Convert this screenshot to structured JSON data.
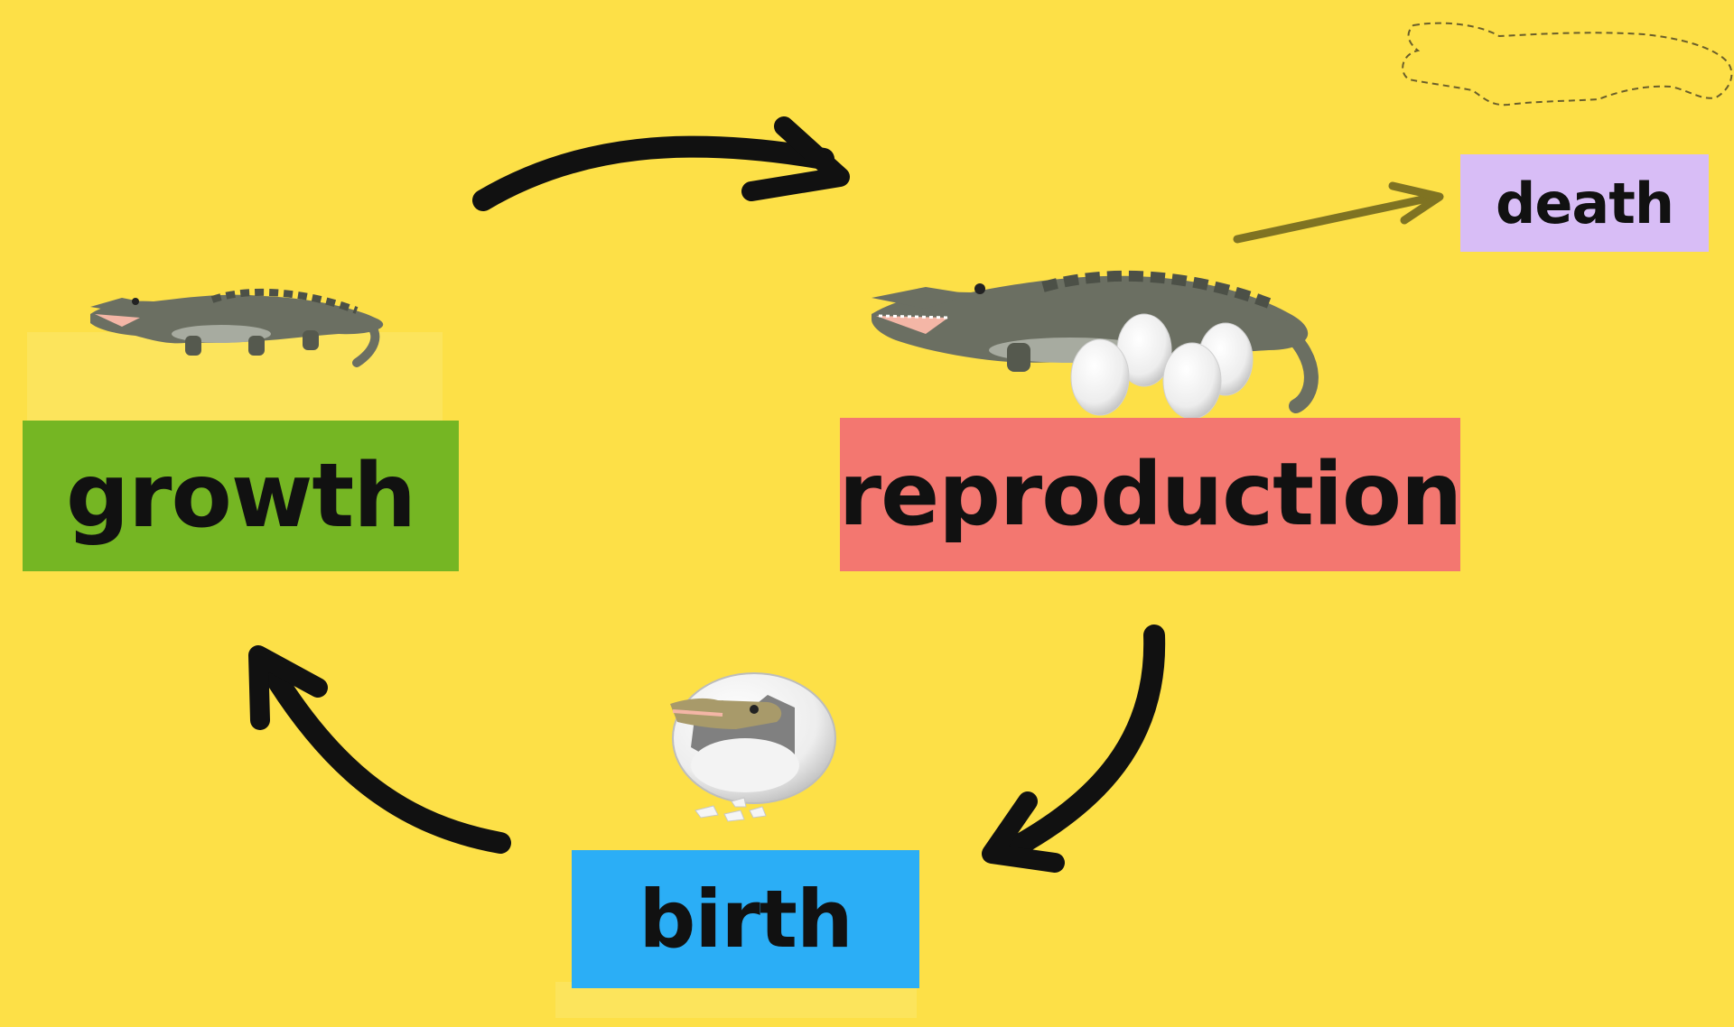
{
  "diagram": {
    "type": "life-cycle",
    "stages": {
      "growth": {
        "label": "growth",
        "color": "#75B623"
      },
      "reproduction": {
        "label": "reproduction",
        "color": "#F37770"
      },
      "birth": {
        "label": "birth",
        "color": "#2BAEF6"
      },
      "death": {
        "label": "death",
        "color": "#D8BDF6"
      }
    },
    "flow": [
      "growth",
      "reproduction",
      "birth",
      "growth"
    ],
    "branch": {
      "from": "reproduction",
      "to": "death"
    },
    "colors": {
      "background": "#FDE047",
      "cycle_arrow": "#111111",
      "death_arrow": "#7F7322",
      "crocodile_body": "#6B6F62",
      "egg": "#F3F3F3"
    },
    "icons": [
      "crocodile-growth-image",
      "crocodile-with-eggs-image",
      "hatching-egg-image",
      "crocodile-outline-icon"
    ]
  }
}
